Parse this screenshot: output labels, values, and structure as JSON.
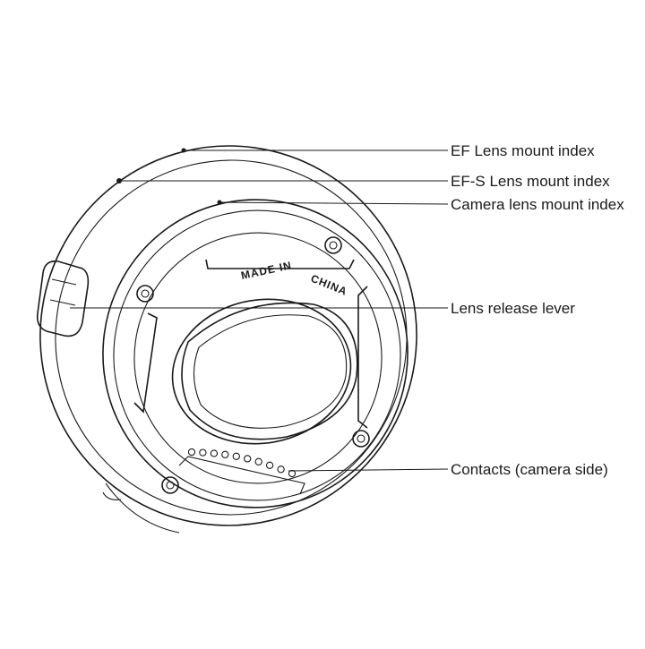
{
  "callouts": [
    {
      "id": "ef-index",
      "label": "EF Lens mount index"
    },
    {
      "id": "efs-index",
      "label": "EF-S Lens mount index"
    },
    {
      "id": "camera-index",
      "label": "Camera lens mount index"
    },
    {
      "id": "release-lever",
      "label": "Lens release lever"
    },
    {
      "id": "contacts",
      "label": "Contacts (camera side)"
    }
  ],
  "engraving": {
    "part1": "MADE IN",
    "part2": "CHINA"
  }
}
